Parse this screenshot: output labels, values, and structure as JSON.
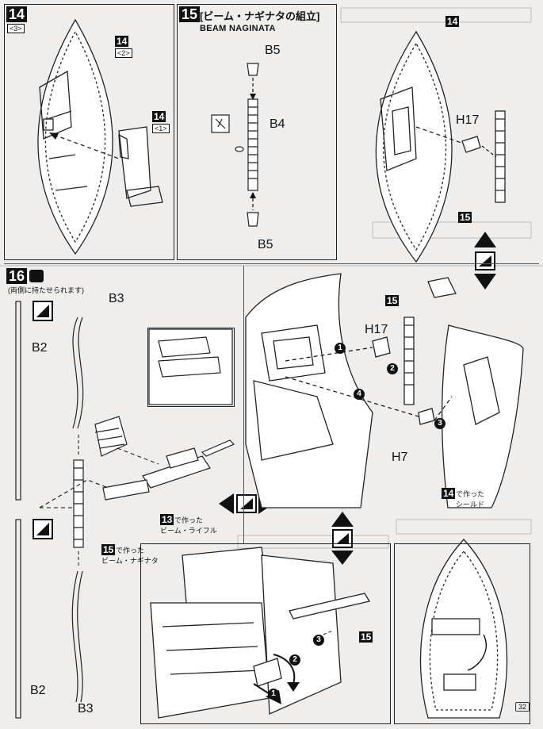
{
  "steps": {
    "s14a": {
      "num": "14",
      "sub": "<3>",
      "callout_num": "14",
      "callout_sub": "<2>",
      "callout2_num": "14",
      "callout2_sub": "<1>"
    },
    "s15": {
      "num": "15",
      "title_jp": "[ビーム・ナギナタの組立]",
      "title_en": "BEAM NAGINATA",
      "part_b5_top": "B5",
      "part_b4": "B4",
      "part_b5_bottom": "B5"
    },
    "s14b": {
      "num": "14",
      "part_h17": "H17",
      "ref15": "15"
    },
    "s16": {
      "num": "16",
      "note": "(両側に持たせられます)",
      "part_b3_top": "B3",
      "part_b2_top": "B2",
      "part_b2_bottom": "B2",
      "part_b3_bottom": "B3",
      "ref13": "13",
      "ref13_text_1": "で作った",
      "ref13_text_2": "ビーム・ライフル",
      "ref15": "15",
      "ref15_text_1": "で作った",
      "ref15_text_2": "ビーム・ナギナタ",
      "ref15_right": "15",
      "part_h17_right": "H17",
      "part_h7": "H7",
      "ref14": "14",
      "ref14_text_1": "で作った",
      "ref14_text_2": "シールド",
      "ref15_bottom": "15",
      "n1": "1",
      "n2": "2",
      "n3": "3",
      "n4": "4",
      "m1": "1",
      "m2": "2",
      "m3": "3"
    }
  },
  "page_number": "32"
}
